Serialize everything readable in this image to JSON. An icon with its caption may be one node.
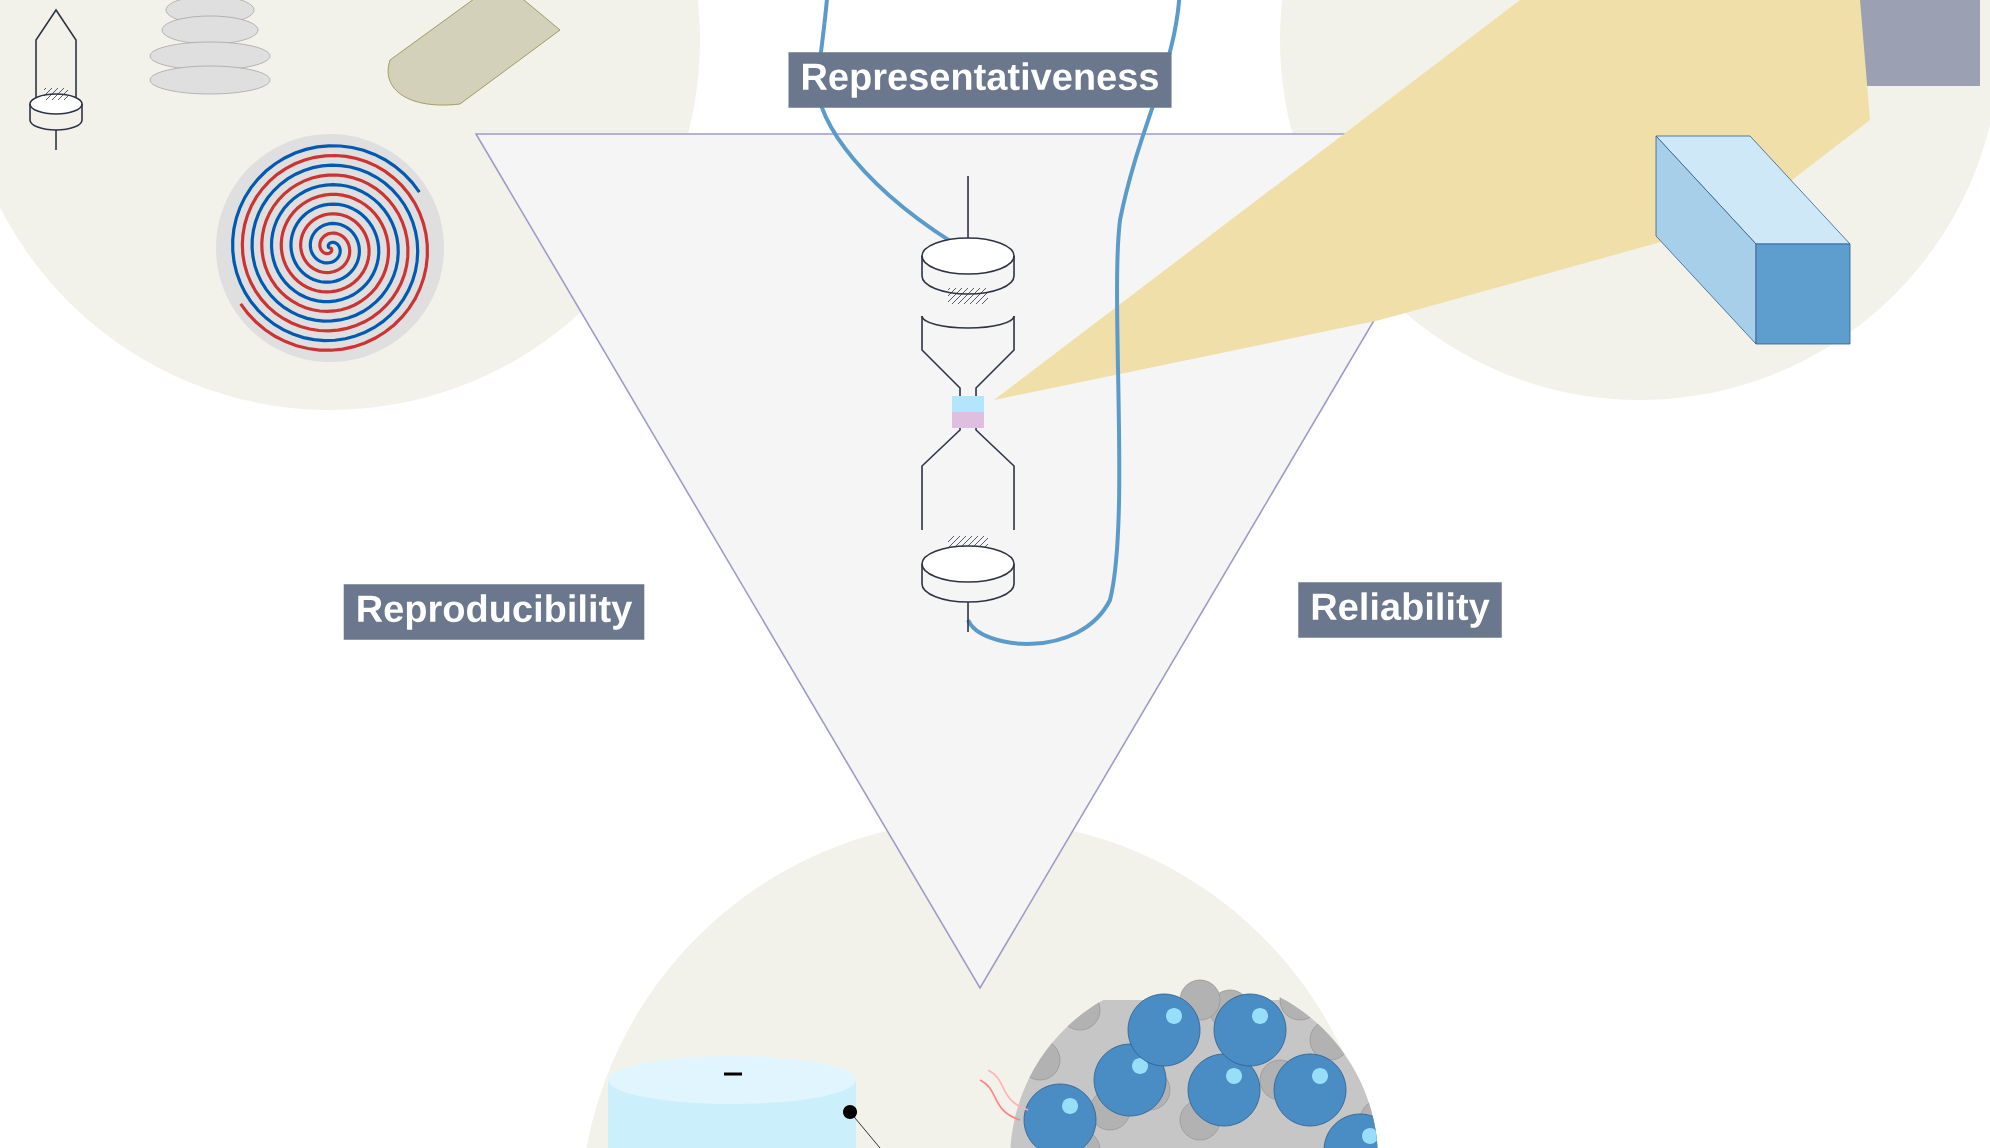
{
  "diagram": {
    "nodes": [
      {
        "text": [
          "Representativeness"
        ]
      },
      {
        "text": [
          "Reproducibility"
        ]
      },
      {
        "text": [
          "Reliability"
        ]
      }
    ]
  }
}
